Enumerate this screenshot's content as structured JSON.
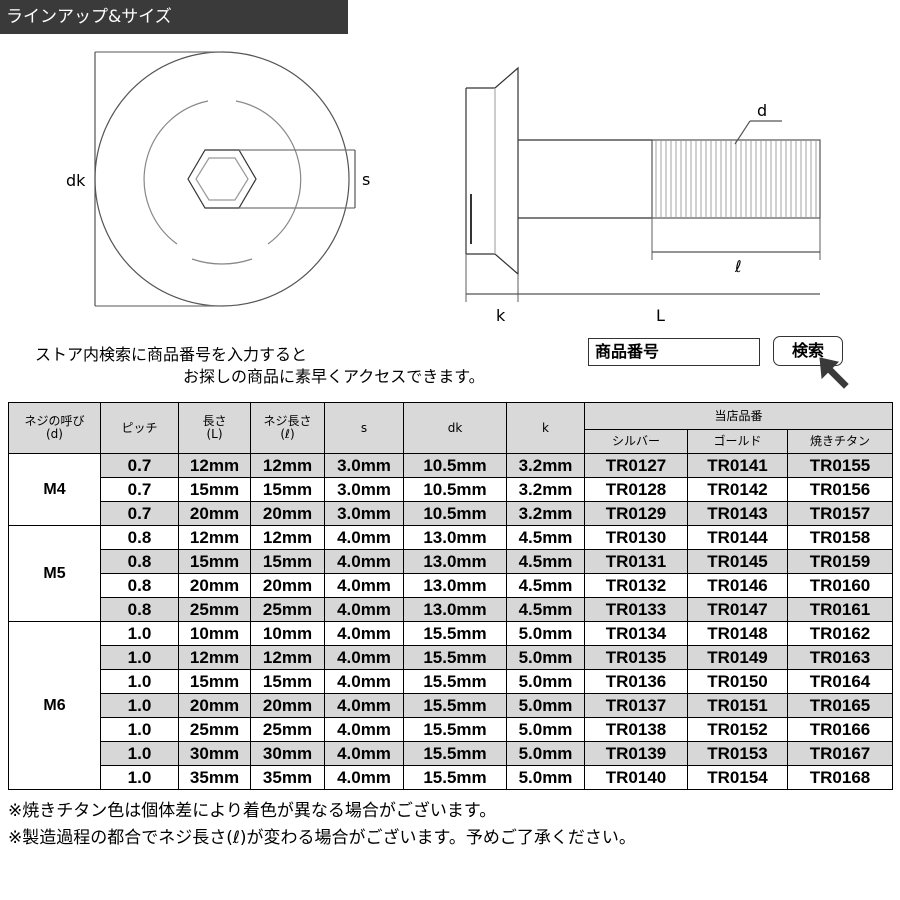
{
  "section_title": "ラインアップ&サイズ",
  "drawing": {
    "label_dk": "dk",
    "label_s": "s",
    "label_d": "d",
    "label_l": "ℓ",
    "label_k": "k",
    "label_L": "L"
  },
  "search": {
    "line1": "ストア内検索に商品番号を入力すると",
    "line2": "お探しの商品に素早くアクセスできます。",
    "input_value": "商品番号",
    "button_label": "検索"
  },
  "table": {
    "headers": {
      "nominal": "ネジの呼び",
      "nominal_sub": "(d)",
      "pitch": "ピッチ",
      "length": "長さ",
      "length_sub": "(L)",
      "thread": "ネジ長さ",
      "thread_sub": "(ℓ)",
      "s": "s",
      "dk": "dk",
      "k": "k",
      "store_no": "当店品番",
      "silver": "シルバー",
      "gold": "ゴールド",
      "titanium": "焼きチタン"
    },
    "groups": [
      {
        "name": "M4",
        "rows": [
          [
            "0.7",
            "12mm",
            "12mm",
            "3.0mm",
            "10.5mm",
            "3.2mm",
            "TR0127",
            "TR0141",
            "TR0155"
          ],
          [
            "0.7",
            "15mm",
            "15mm",
            "3.0mm",
            "10.5mm",
            "3.2mm",
            "TR0128",
            "TR0142",
            "TR0156"
          ],
          [
            "0.7",
            "20mm",
            "20mm",
            "3.0mm",
            "10.5mm",
            "3.2mm",
            "TR0129",
            "TR0143",
            "TR0157"
          ]
        ]
      },
      {
        "name": "M5",
        "rows": [
          [
            "0.8",
            "12mm",
            "12mm",
            "4.0mm",
            "13.0mm",
            "4.5mm",
            "TR0130",
            "TR0144",
            "TR0158"
          ],
          [
            "0.8",
            "15mm",
            "15mm",
            "4.0mm",
            "13.0mm",
            "4.5mm",
            "TR0131",
            "TR0145",
            "TR0159"
          ],
          [
            "0.8",
            "20mm",
            "20mm",
            "4.0mm",
            "13.0mm",
            "4.5mm",
            "TR0132",
            "TR0146",
            "TR0160"
          ],
          [
            "0.8",
            "25mm",
            "25mm",
            "4.0mm",
            "13.0mm",
            "4.5mm",
            "TR0133",
            "TR0147",
            "TR0161"
          ]
        ]
      },
      {
        "name": "M6",
        "rows": [
          [
            "1.0",
            "10mm",
            "10mm",
            "4.0mm",
            "15.5mm",
            "5.0mm",
            "TR0134",
            "TR0148",
            "TR0162"
          ],
          [
            "1.0",
            "12mm",
            "12mm",
            "4.0mm",
            "15.5mm",
            "5.0mm",
            "TR0135",
            "TR0149",
            "TR0163"
          ],
          [
            "1.0",
            "15mm",
            "15mm",
            "4.0mm",
            "15.5mm",
            "5.0mm",
            "TR0136",
            "TR0150",
            "TR0164"
          ],
          [
            "1.0",
            "20mm",
            "20mm",
            "4.0mm",
            "15.5mm",
            "5.0mm",
            "TR0137",
            "TR0151",
            "TR0165"
          ],
          [
            "1.0",
            "25mm",
            "25mm",
            "4.0mm",
            "15.5mm",
            "5.0mm",
            "TR0138",
            "TR0152",
            "TR0166"
          ],
          [
            "1.0",
            "30mm",
            "30mm",
            "4.0mm",
            "15.5mm",
            "5.0mm",
            "TR0139",
            "TR0153",
            "TR0167"
          ],
          [
            "1.0",
            "35mm",
            "35mm",
            "4.0mm",
            "15.5mm",
            "5.0mm",
            "TR0140",
            "TR0154",
            "TR0168"
          ]
        ]
      }
    ]
  },
  "notes": [
    "※焼きチタン色は個体差により着色が異なる場合がございます。",
    "※製造過程の都合でネジ長さ(ℓ)が変わる場合がございます。予めご了承ください。"
  ]
}
